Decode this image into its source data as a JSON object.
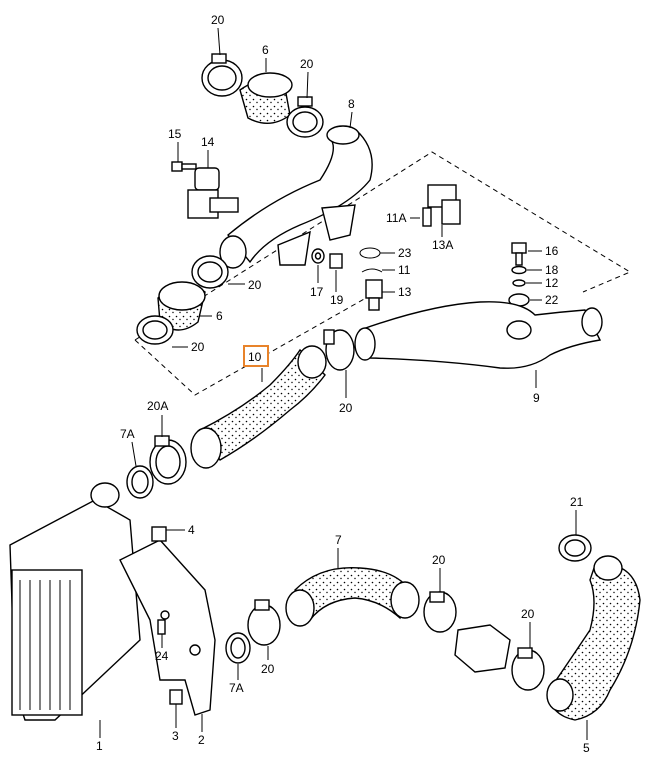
{
  "labels": {
    "p1": "1",
    "p2": "2",
    "p3": "3",
    "p4": "4",
    "p5": "5",
    "p6a": "6",
    "p6b": "6",
    "p7": "7",
    "p7a_top": "7A",
    "p7a_bottom": "7A",
    "p8": "8",
    "p9": "9",
    "p10": "10",
    "p11": "11",
    "p11a": "11A",
    "p12": "12",
    "p13": "13",
    "p13a": "13A",
    "p14": "14",
    "p15": "15",
    "p16": "16",
    "p17": "17",
    "p18": "18",
    "p19": "19",
    "p20_top": "20",
    "p20_upper_right": "20",
    "p20_mid_clamp": "20",
    "p20_left_clamp": "20",
    "p20_hose10": "20",
    "p20_bottom_left": "20",
    "p20_bottom_mid": "20",
    "p20_bottom_right": "20",
    "p20a": "20A",
    "p21": "21",
    "p22": "22",
    "p23": "23",
    "p24": "24"
  },
  "colors": {
    "highlight": "#e8832a",
    "line": "#000000",
    "background": "#ffffff"
  }
}
